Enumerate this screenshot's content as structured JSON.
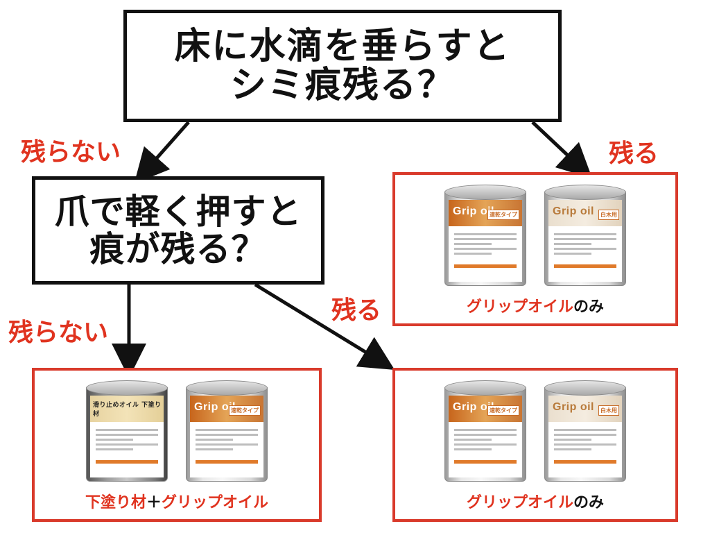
{
  "question1": {
    "line1": "床に水滴を垂らすと",
    "line2": "シミ痕残る？"
  },
  "question2": {
    "line1": "爪で軽く押すと",
    "line2": "痕が残る？"
  },
  "edges": {
    "q1_no": "残らない",
    "q1_yes": "残る",
    "q2_no": "残らない",
    "q2_yes": "残る"
  },
  "results": {
    "top_right": {
      "caption_product": "グリップオイル",
      "caption_suffix": "のみ",
      "can_left": {
        "brand": "Grip oil",
        "tag": "速乾タイプ"
      },
      "can_right": {
        "brand": "Grip oil",
        "tag": "白木用"
      }
    },
    "bottom_left": {
      "caption_part1": "下塗り材",
      "caption_plus": "＋",
      "caption_part2": "グリップオイル",
      "can_left": {
        "brand": "滑り止めオイル 下塗り材"
      },
      "can_right": {
        "brand": "Grip oil",
        "tag": "速乾タイプ"
      }
    },
    "bottom_right": {
      "caption_product": "グリップオイル",
      "caption_suffix": "のみ",
      "can_left": {
        "brand": "Grip oil",
        "tag": "速乾タイプ"
      },
      "can_right": {
        "brand": "Grip oil",
        "tag": "白木用"
      }
    }
  },
  "colors": {
    "accent": "#e0331f",
    "border": "#d93a2b",
    "text": "#111111"
  }
}
